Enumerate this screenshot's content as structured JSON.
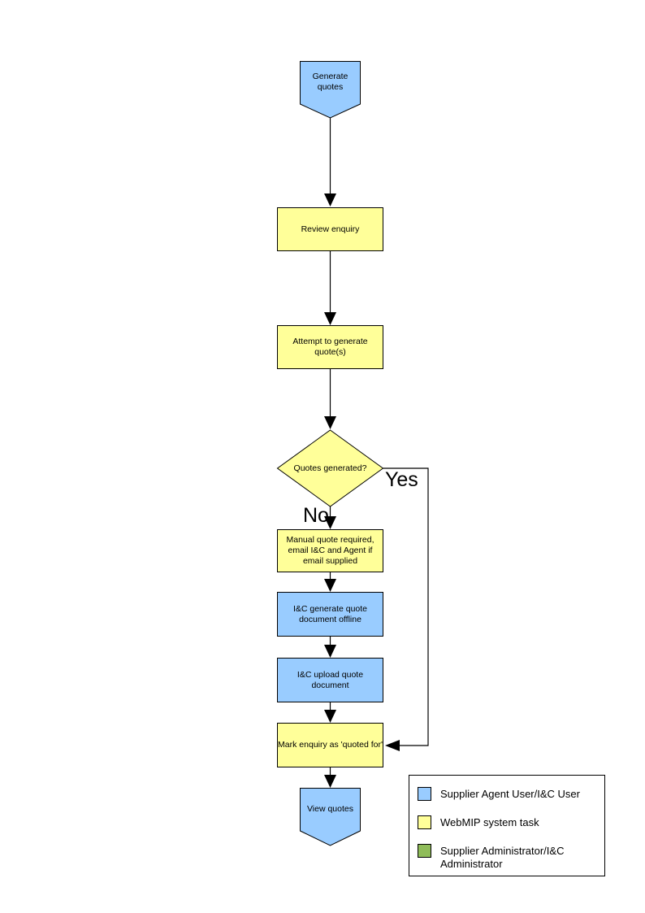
{
  "colors": {
    "supplier_agent_user": "#99CCFF",
    "webmip_system_task": "#FFFF99",
    "supplier_administrator": "#8FBC59",
    "outline": "#000000"
  },
  "nodes": {
    "generate_quotes": {
      "label": "Generate quotes"
    },
    "review_enquiry": {
      "label": "Review enquiry"
    },
    "attempt_generate": {
      "label": "Attempt to generate quote(s)"
    },
    "quotes_generated": {
      "label": "Quotes generated?"
    },
    "manual_quote": {
      "label": "Manual quote required, email I&C and Agent if email supplied"
    },
    "generate_offline": {
      "label": "I&C generate quote document offline"
    },
    "upload_document": {
      "label": "I&C upload quote document"
    },
    "mark_quoted": {
      "label": "Mark enquiry as 'quoted for'"
    },
    "view_quotes": {
      "label": "View quotes"
    }
  },
  "decision": {
    "yes_label": "Yes",
    "no_label": "No"
  },
  "legend": {
    "items": [
      {
        "label": "Supplier Agent User/I&C User",
        "color": "#99CCFF"
      },
      {
        "label": "WebMIP system task",
        "color": "#FFFF99"
      },
      {
        "label": "Supplier Administrator/I&C Administrator",
        "color": "#8FBC59"
      }
    ]
  }
}
